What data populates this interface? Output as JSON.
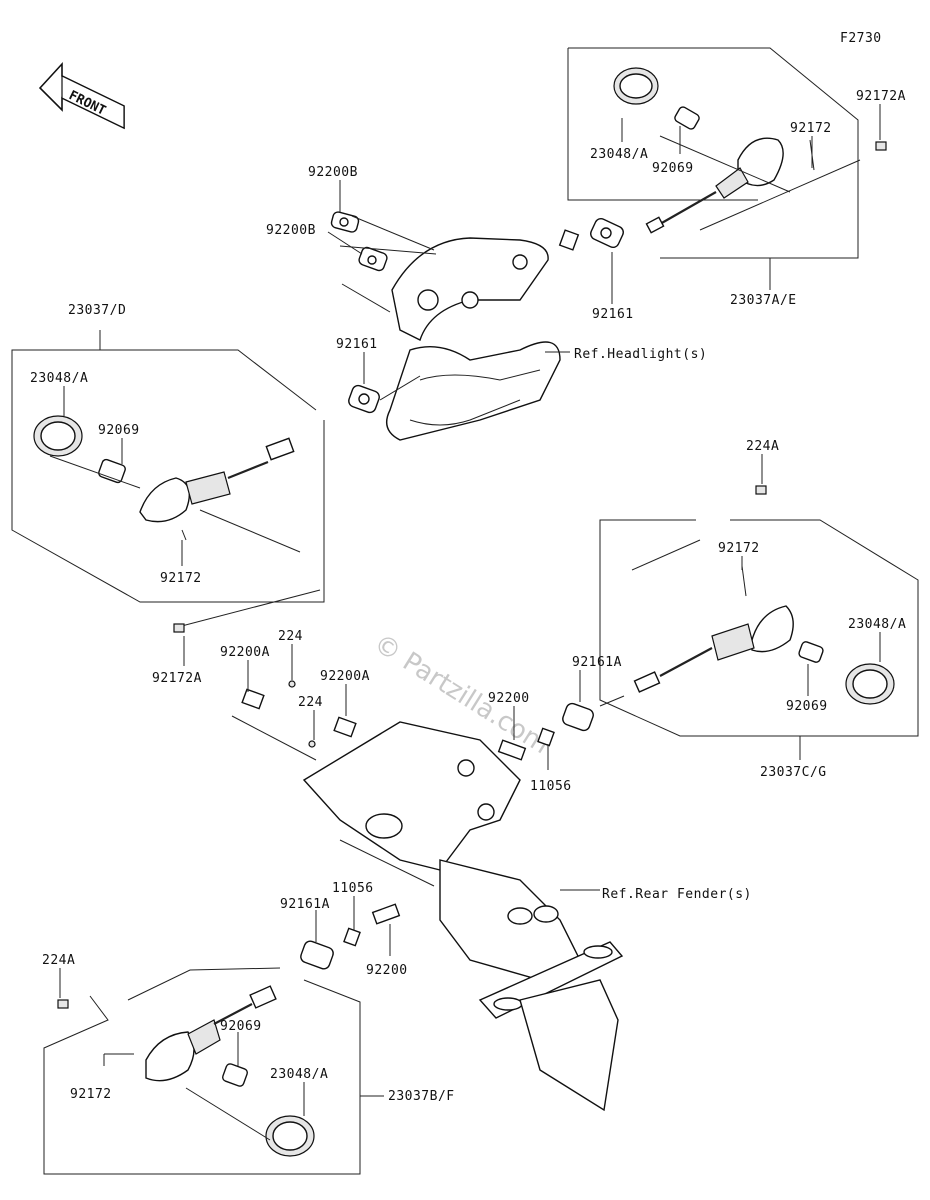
{
  "diagram": {
    "figure_code": "F2730",
    "front_label": "FRONT",
    "watermark": "© Partzilla.com",
    "labels": {
      "l_92200B_top": "92200B",
      "l_92200B_mid": "92200B",
      "l_23048A_tr": "23048/A",
      "l_92069_tr": "92069",
      "l_92172_tr": "92172",
      "l_92172A_tr": "92172A",
      "l_92161_tr": "92161",
      "l_23037AE": "23037A/E",
      "l_refheadlight": "Ref.Headlight(s)",
      "l_23037D": "23037/D",
      "l_23048A_l": "23048/A",
      "l_92069_l": "92069",
      "l_92161_c": "92161",
      "l_92172_l": "92172",
      "l_92172A_l": "92172A",
      "l_224A_r": "224A",
      "l_92172_r": "92172",
      "l_23048A_r": "23048/A",
      "l_92161A_r": "92161A",
      "l_92069_r": "92069",
      "l_23037CG": "23037C/G",
      "l_92200A_1": "92200A",
      "l_224_1": "224",
      "l_92200A_2": "92200A",
      "l_224_2": "224",
      "l_92200_c": "92200",
      "l_11056_c": "11056",
      "l_refrearfender": "Ref.Rear Fender(s)",
      "l_92161A_b": "92161A",
      "l_11056_b": "11056",
      "l_92200_b": "92200",
      "l_224A_b": "224A",
      "l_92069_b": "92069",
      "l_23048A_b": "23048/A",
      "l_92172_b": "92172",
      "l_23037BF": "23037B/F"
    }
  }
}
